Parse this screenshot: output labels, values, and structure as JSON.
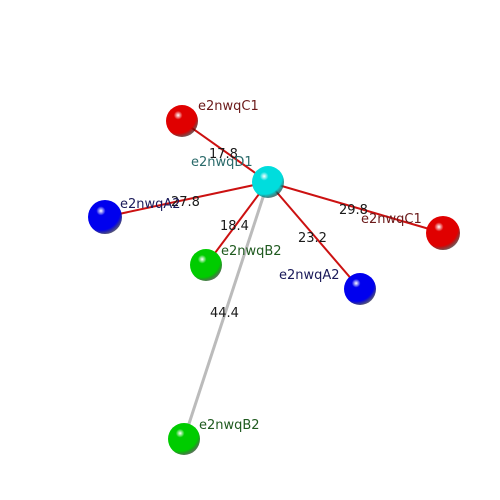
{
  "diagram": {
    "nodes": [
      {
        "id": "center",
        "label": "e2nwqD1",
        "kind": "cyan"
      },
      {
        "id": "c1_top",
        "label": "e2nwqC1",
        "kind": "red"
      },
      {
        "id": "a2_left",
        "label": "e2nwqA2",
        "kind": "blue"
      },
      {
        "id": "b2_near",
        "label": "e2nwqB2",
        "kind": "green"
      },
      {
        "id": "c1_right",
        "label": "e2nwqC1",
        "kind": "red"
      },
      {
        "id": "a2_right",
        "label": "e2nwqA2",
        "kind": "blue"
      },
      {
        "id": "b2_far",
        "label": "e2nwqB2",
        "kind": "green"
      }
    ],
    "edges": [
      {
        "from": "center",
        "to": "c1_top",
        "label": "17.8",
        "style": "red"
      },
      {
        "from": "center",
        "to": "a2_left",
        "label": "27.8",
        "style": "red"
      },
      {
        "from": "center",
        "to": "b2_near",
        "label": "18.4",
        "style": "red"
      },
      {
        "from": "center",
        "to": "c1_right",
        "label": "29.8",
        "style": "red"
      },
      {
        "from": "center",
        "to": "a2_right",
        "label": "23.2",
        "style": "red"
      },
      {
        "from": "center",
        "to": "b2_far",
        "label": "44.4",
        "style": "gray"
      }
    ]
  },
  "colors": {
    "red": "#e00000",
    "blue": "#0000ee",
    "green": "#00cc00",
    "cyan": "#00dddd",
    "edge_red": "#cc1111",
    "edge_gray": "#bbbbbb",
    "label_red": "#6b1a1a",
    "label_blue": "#1a1a5a",
    "label_green": "#1f5a1f",
    "label_cyan": "#2a6a6a"
  }
}
